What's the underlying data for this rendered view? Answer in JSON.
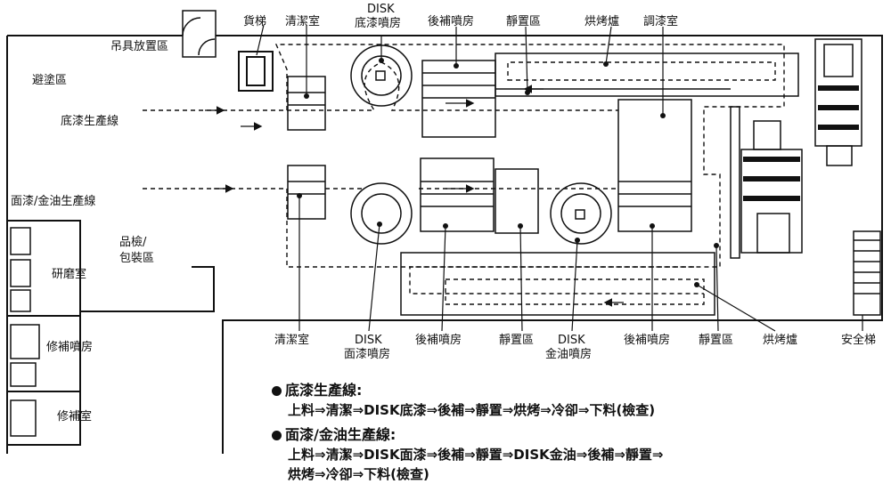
{
  "labels": {
    "freight_elevator": "貨梯",
    "cleaning_top": "清潔室",
    "disk_top": "DISK",
    "primer_booth_top": "底漆噴房",
    "touchup_booth_top": "後補噴房",
    "rest_area_top": "靜置區",
    "oven_top": "烘烤爐",
    "paint_mixing": "調漆室",
    "hanger_storage": "吊具放置區",
    "paint_avoid_area": "避塗區",
    "primer_line": "底漆生產線",
    "topcoat_line": "面漆/金油生產線",
    "inspection": "品檢/",
    "packing": "包裝區",
    "grinding_room": "研磨室",
    "repair_booth": "修補噴房",
    "repair_room": "修補室",
    "cleaning_bottom": "清潔室",
    "disk_bottom1": "DISK",
    "topcoat_booth": "面漆噴房",
    "touchup_booth_b1": "後補噴房",
    "rest_area_b1": "靜置區",
    "disk_bottom2": "DISK",
    "clearcoat_booth": "金油噴房",
    "touchup_booth_b2": "後補噴房",
    "rest_area_b2": "靜置區",
    "oven_bottom": "烘烤爐",
    "safety_stairs": "安全梯"
  },
  "legend": {
    "primer_title": "底漆生產線:",
    "primer_flow": "上料⇒清潔⇒DISK底漆⇒後補⇒靜置⇒烘烤⇒冷卻⇒下料(檢查)",
    "topcoat_title": "面漆/金油生產線:",
    "topcoat_flow_1": "上料⇒清潔⇒DISK面漆⇒後補⇒靜置⇒DISK金油⇒後補⇒靜置⇒",
    "topcoat_flow_2": "烘烤⇒冷卻⇒下料(檢查)"
  }
}
